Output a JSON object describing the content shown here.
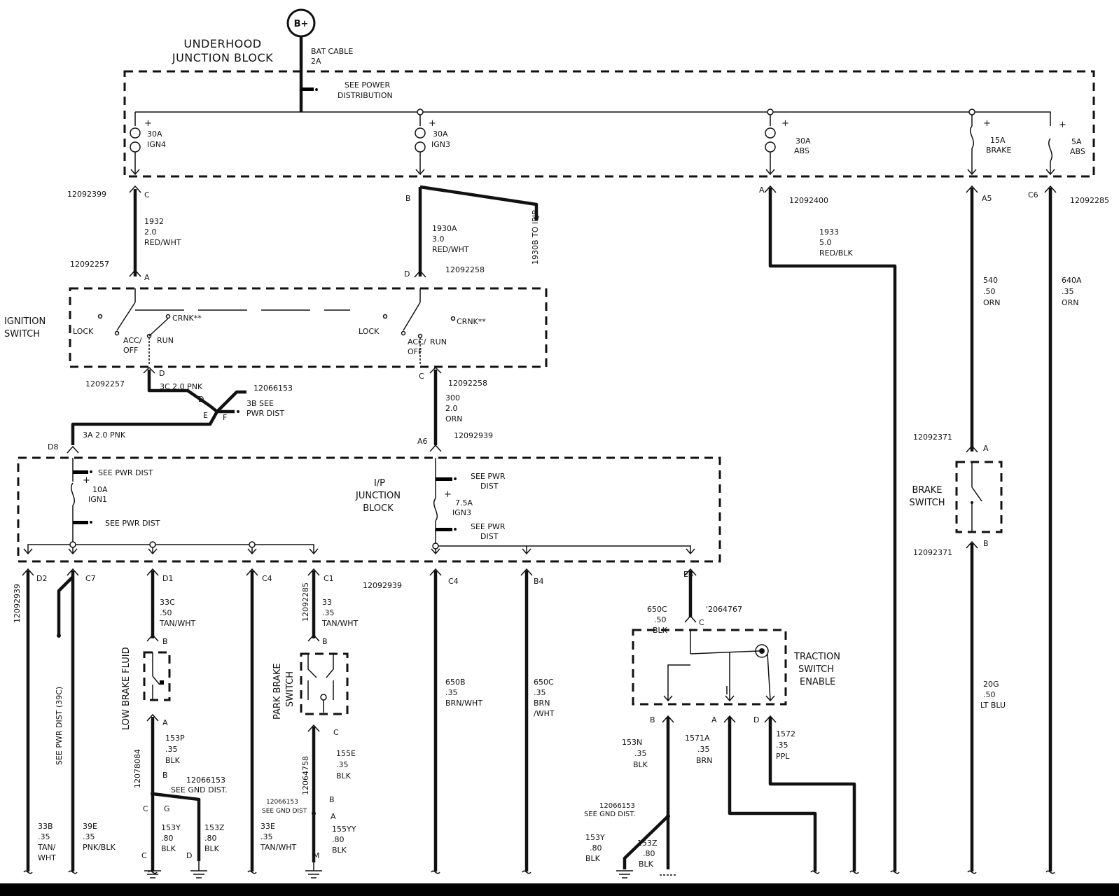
{
  "battery": "B+",
  "bat_cable": [
    "BAT CABLE",
    "2A"
  ],
  "underhood": {
    "title": [
      "UNDERHOOD",
      "JUNCTION BLOCK"
    ],
    "see_power": [
      "SEE POWER",
      "DISTRIBUTION"
    ]
  },
  "plus_sign": "+",
  "fuses_top": [
    {
      "amp": "30A",
      "name": "IGN4"
    },
    {
      "amp": "30A",
      "name": "IGN3"
    },
    {
      "amp": "30A",
      "name": "ABS"
    },
    {
      "amp": "15A",
      "name": "BRAKE"
    },
    {
      "amp": "5A",
      "name": "ABS"
    }
  ],
  "connector_ids": {
    "c12092399": "12092399",
    "c12092400": "12092400",
    "c12092285a": "12092285",
    "c12092257a": "12092257",
    "c12092258a": "12092258",
    "c12092257b": "12092257",
    "c12066153a": "12066153",
    "c12092258b": "12092258",
    "c12092939a": "12092939",
    "c12092371a": "12092371",
    "c12092371b": "12092371",
    "c12092939b": "12092939",
    "c12092939v": "12092939",
    "c12092285v": "12092285",
    "c2064767": "'2064767",
    "c12078084": "12078084",
    "c12064758": "12064758"
  },
  "pins": {
    "C": "C",
    "B": "B",
    "A": "A",
    "A5": "A5",
    "C6": "C6",
    "D": "D",
    "E": "E",
    "F": "F",
    "A6": "A6",
    "D8": "D8",
    "D2": "D2",
    "C7": "C7",
    "D1": "D1",
    "C4": "C4",
    "C1": "C1",
    "B4": "B4",
    "E8": "E8",
    "G": "G",
    "M": "M"
  },
  "wires": {
    "w1932": [
      "1932",
      "2.0",
      "RED/WHT"
    ],
    "w1930a": [
      "1930A",
      "3.0",
      "RED/WHT"
    ],
    "w1930b": "1930B TO IPJB",
    "w1933": [
      "1933",
      "5.0",
      "RED/BLK"
    ],
    "w540": [
      "540",
      ".50",
      "ORN"
    ],
    "w640a": [
      "640A",
      ".35",
      "ORN"
    ],
    "w3c": "3C  2.0  PNK",
    "w3b": [
      "3B SEE",
      "PWR DIST"
    ],
    "w3a": "3A  2.0  PNK",
    "w300": [
      "300",
      "2.0",
      "ORN"
    ],
    "w33c": [
      "33C",
      ".50",
      "TAN/WHT"
    ],
    "w33": [
      "33",
      ".35",
      "TAN/WHT"
    ],
    "w650c_top": [
      "650C",
      ".50",
      "BLK"
    ],
    "w650b": [
      "650B",
      ".35",
      "BRN/WHT"
    ],
    "w650c": [
      "650C",
      ".35",
      "BRN",
      "/WHT"
    ],
    "w20g": [
      "20G",
      ".50",
      "LT BLU"
    ],
    "w153p": [
      "153P",
      ".35",
      "BLK"
    ],
    "w155e": [
      "155E",
      ".35",
      "BLK"
    ],
    "w153n": [
      "153N",
      ".35",
      "BLK"
    ],
    "w1571a": [
      "1571A",
      ".35",
      "BRN"
    ],
    "w1572": [
      "1572",
      ".35",
      "PPL"
    ],
    "w33b": [
      "33B",
      ".35",
      "TAN/",
      "WHT"
    ],
    "w39e": [
      "39E",
      ".35",
      "PNK/BLK"
    ],
    "w153y": [
      "153Y",
      ".80",
      "BLK"
    ],
    "w153z": [
      "153Z",
      ".80",
      "BLK"
    ],
    "w33e": [
      "33E",
      ".35",
      "TAN/WHT"
    ],
    "w155yy": [
      "155YY",
      ".80",
      "BLK"
    ],
    "w153y2": [
      "153Y",
      ".80",
      "BLK"
    ],
    "w153z2": [
      "153Z",
      ".80",
      "BLK"
    ]
  },
  "ignition": {
    "title": [
      "IGNITION",
      "SWITCH"
    ],
    "lock": "LOCK",
    "acc": "ACC/",
    "off": "OFF",
    "run": "RUN",
    "crnk": "CRNK**"
  },
  "ip_block": {
    "title": [
      "I/P",
      "JUNCTION",
      "BLOCK"
    ],
    "see_pwr_dist": "SEE PWR DIST",
    "see_pwr": "SEE PWR",
    "dist": "DIST",
    "fuse1": {
      "amp": "10A",
      "name": "IGN1"
    },
    "fuse2": {
      "amp": "7.5A",
      "name": "IGN3"
    }
  },
  "brake_switch": [
    "BRAKE",
    "SWITCH"
  ],
  "low_brake_fluid": "LOW  BRAKE  FLUID",
  "park_brake": [
    "PARK  BRAKE",
    "SWITCH"
  ],
  "traction": [
    "TRACTION",
    "SWITCH",
    "ENABLE"
  ],
  "see_pwr_dist_39c": "SEE PWR DIST (39C)",
  "gnd_splice": {
    "id": "12066153",
    "label": "SEE GND DIST."
  },
  "gnd_splice2": {
    "id": "12066153",
    "label": "SEE GND DIST"
  }
}
